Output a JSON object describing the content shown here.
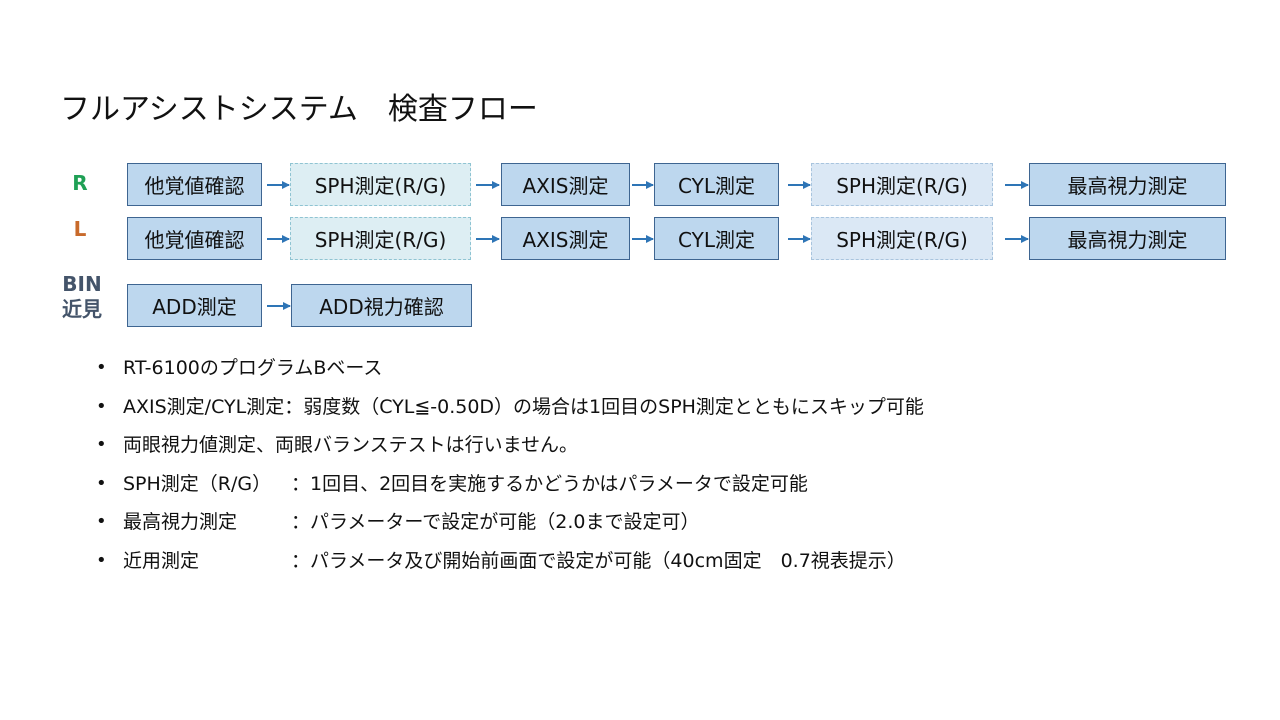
{
  "title": "フルアシストシステム　検査フロー",
  "colors": {
    "R": "#1fa055",
    "L": "#c86a2b",
    "BIN": "#44546a",
    "box_fill": "#bdd7ee",
    "box_border": "#3e6591",
    "arrow": "#2e75b6"
  },
  "rows": {
    "r": {
      "label": "R",
      "steps": [
        "他覚値確認",
        "SPH測定(R/G)",
        "AXIS測定",
        "CYL測定",
        "SPH測定(R/G)",
        "最高視力測定"
      ]
    },
    "l": {
      "label": "L",
      "steps": [
        "他覚値確認",
        "SPH測定(R/G)",
        "AXIS測定",
        "CYL測定",
        "SPH測定(R/G)",
        "最高視力測定"
      ]
    },
    "bin": {
      "label_line1": "BIN",
      "label_line2": "近見",
      "steps": [
        "ADD測定",
        "ADD視力確認"
      ]
    }
  },
  "notes": [
    {
      "text": "RT-6100のプログラムBベース"
    },
    {
      "text": "AXIS測定/CYL測定：弱度数（CYL≦-0.50D）の場合は1回目のSPH測定とともにスキップ可能"
    },
    {
      "text": "両眼視力値測定、両眼バランステストは行いません。"
    },
    {
      "label": "SPH測定（R/G）",
      "text": "：1回目、2回目を実施するかどうかはパラメータで設定可能"
    },
    {
      "label": "最高視力測定",
      "text": "：パラメーターで設定が可能（2.0まで設定可）"
    },
    {
      "label": "近用測定",
      "text": "：パラメータ及び開始前画面で設定が可能（40cm固定　0.7視表提示）"
    }
  ]
}
